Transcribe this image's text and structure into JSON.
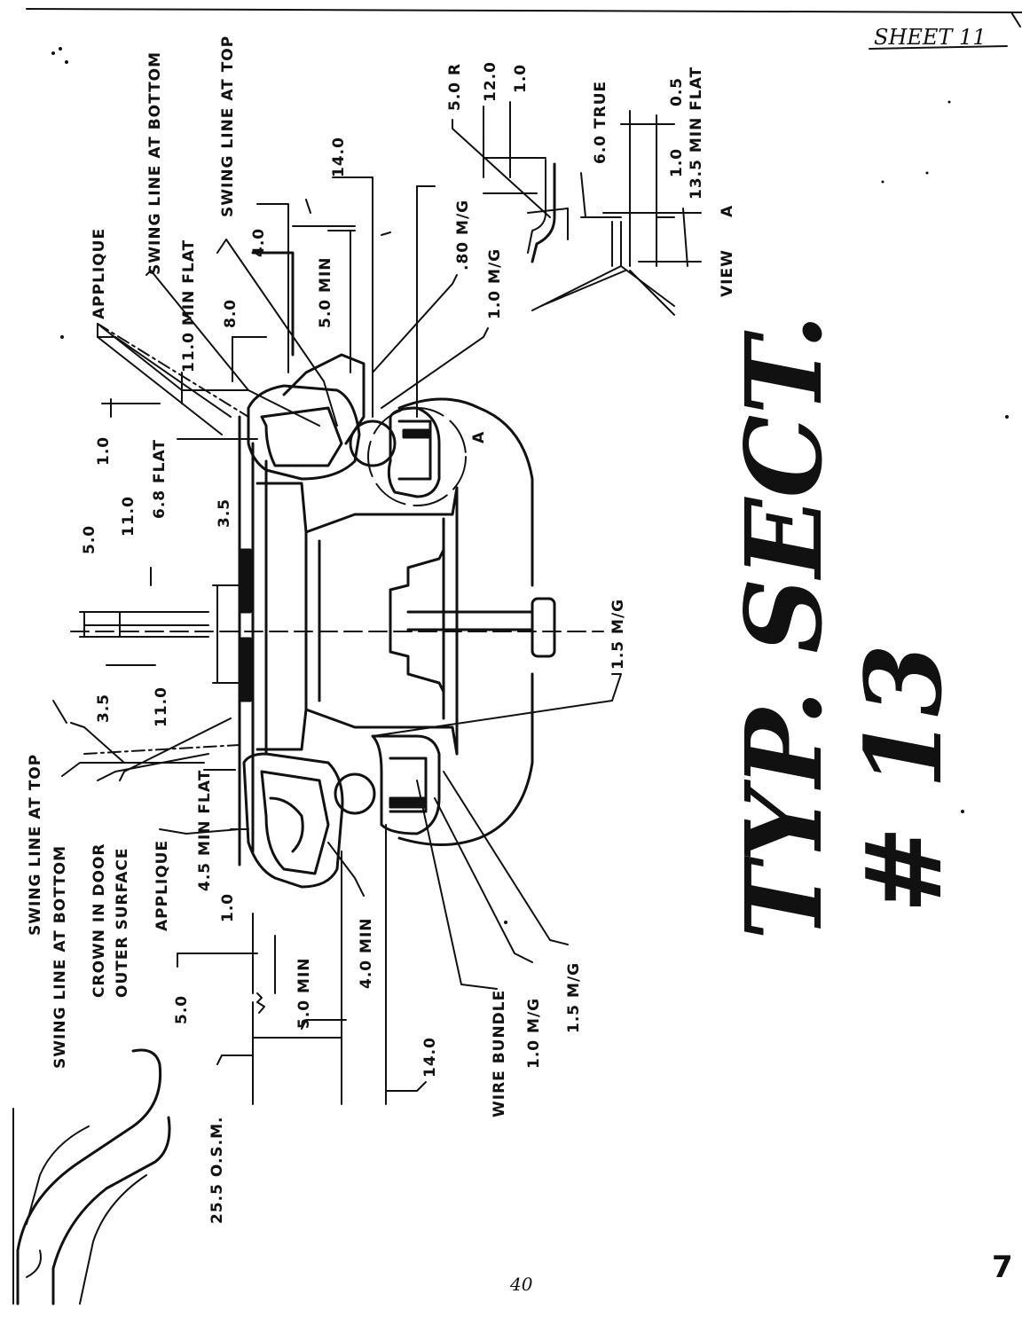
{
  "sheet_label": "SHEET 11",
  "title_line1": "TYP. SECT.",
  "title_line2": "# 13",
  "page_number": "40",
  "corner_mark": "7",
  "section_marker": "A",
  "labels": {
    "swing_top_left": "SWING LINE AT TOP",
    "swing_bottom_left": "SWING LINE AT BOTTOM",
    "crown_door": "CROWN IN DOOR",
    "outer_surface": "OUTER SURFACE",
    "applique_left": "APPLIQUE",
    "min_flat_left": "4.5 MIN FLAT",
    "d_1_0_left": "1.0",
    "d_5_0_left": "5.0",
    "d_5_0_min_left": "5.0 MIN",
    "d_4_0_min_left": "4.0 MIN",
    "d_25_5": "25.5 O.S.M.",
    "d_14_0_left": "14.0",
    "wire_bundle": "WIRE BUNDLE",
    "mg_1_0_left": "1.0 M/G",
    "mg_1_5_left": "1.5 M/G",
    "d_3_5_a": "3.5",
    "d_11_0_a": "11.0",
    "d_5_0_b": "5.0",
    "d_11_0_b": "11.0",
    "flat_6_8": "6.8 FLAT",
    "d_3_5_b": "3.5",
    "d_1_0_top": "1.0",
    "min_flat_11": "11.0 MIN FLAT",
    "d_8_0": "8.0",
    "applique_right": "APPLIQUE",
    "swing_bottom_right": "SWING LINE AT BOTTOM",
    "swing_top_right": "SWING LINE AT TOP",
    "d_4_0": "4.0",
    "d_5_0_min_right": "5.0 MIN",
    "d_14_0_right": "14.0",
    "mg_80": ".80 M/G",
    "mg_1_0_right": "1.0 M/G",
    "mg_1_5_center": "1.5 M/G",
    "d_5_0_r": "5.0 R",
    "d_12_0": "12.0",
    "d_1_0_r": "1.0",
    "d_6_0_true": "6.0 TRUE",
    "d_0_5": "0.5",
    "d_1_0_view": "1.0",
    "min_flat_13_5": "13.5 MIN FLAT",
    "view_a": "VIEW",
    "view_a_letter": "A"
  }
}
